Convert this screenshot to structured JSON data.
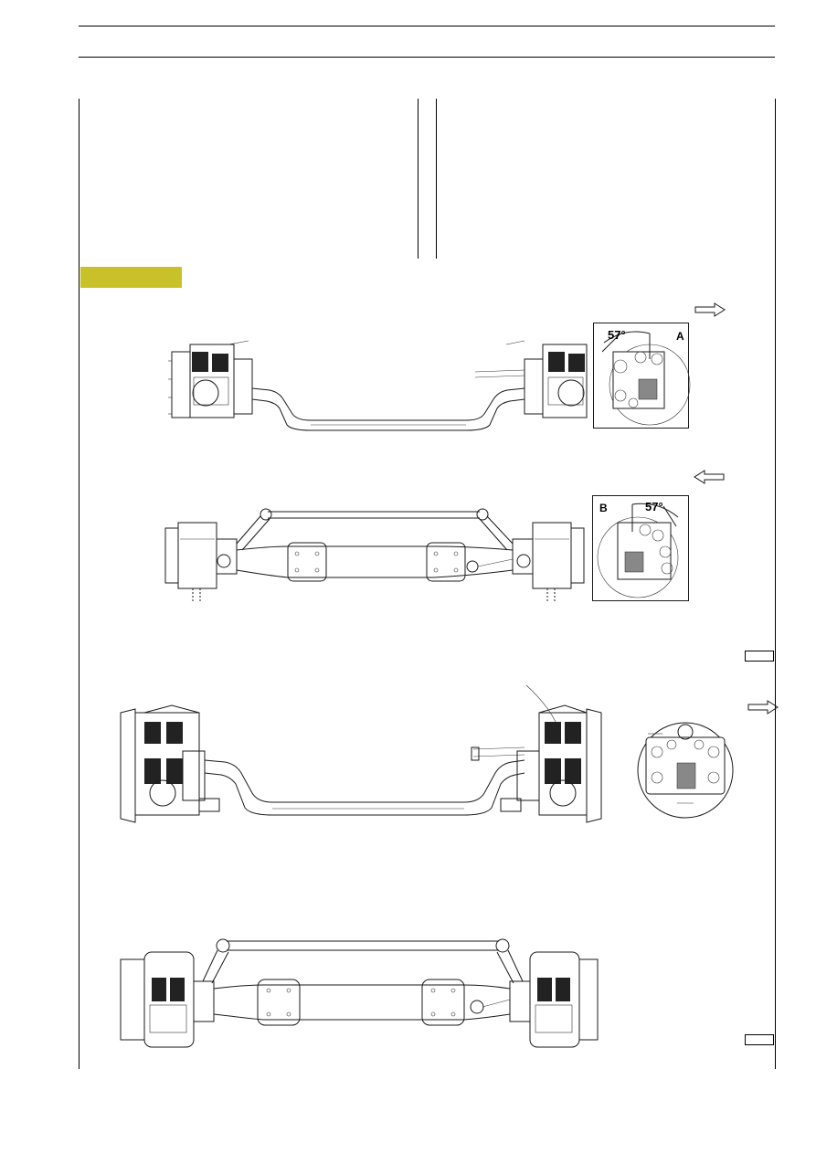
{
  "page": {
    "background": "#ffffff",
    "accent_tab_color": "#c9c12a"
  },
  "figure_1": {
    "detail_a": {
      "label": "A",
      "angle": "57°"
    },
    "direction": "right-arrow-icon"
  },
  "figure_2": {
    "detail_b": {
      "label": "B",
      "angle": "57°"
    },
    "direction": "left-arrow-icon"
  },
  "figure_3": {
    "direction": "right-arrow-icon"
  }
}
